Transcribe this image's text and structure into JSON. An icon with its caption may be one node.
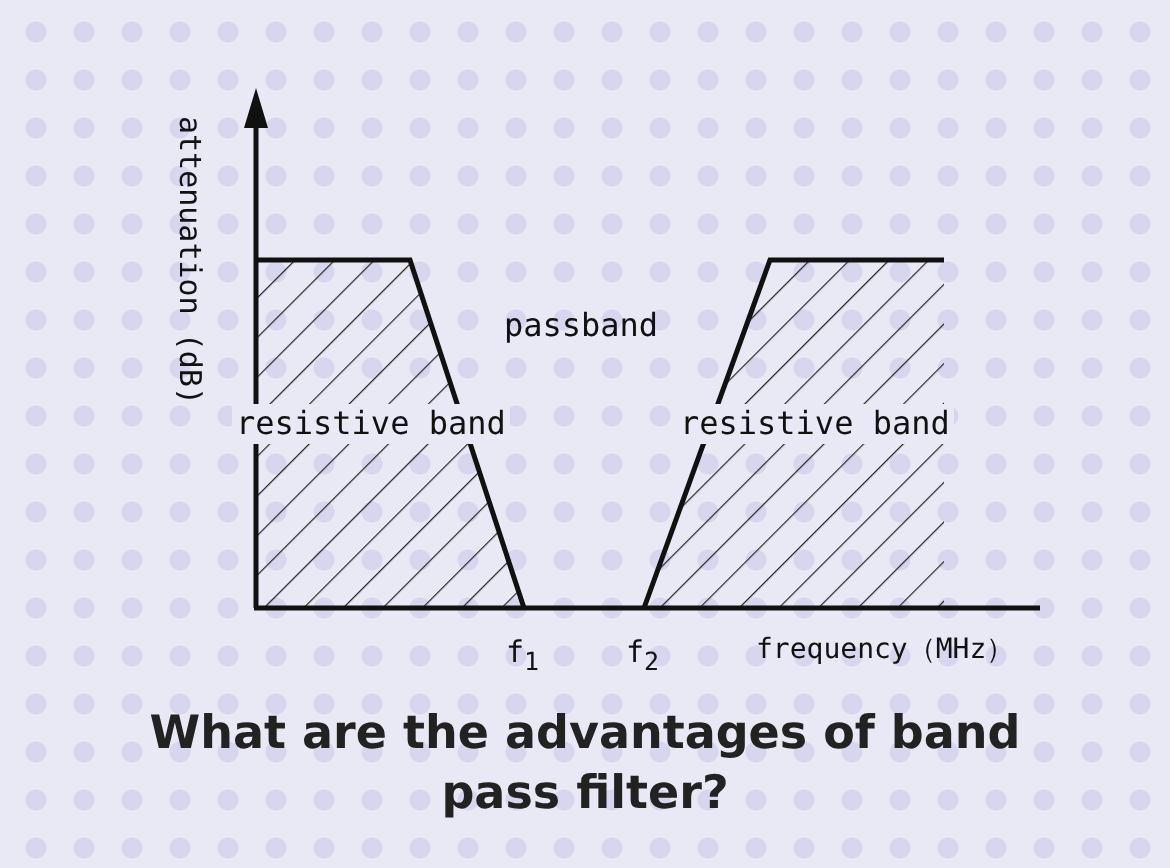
{
  "diagram": {
    "caption": "What are the advantages of band pass filter?",
    "labels": [
      "attenuation (dB)",
      "passband",
      "resistive band",
      "resistive band",
      "f$_{1}$",
      "f$_{2}$",
      "frequency（MHz）"
    ]
  }
}
